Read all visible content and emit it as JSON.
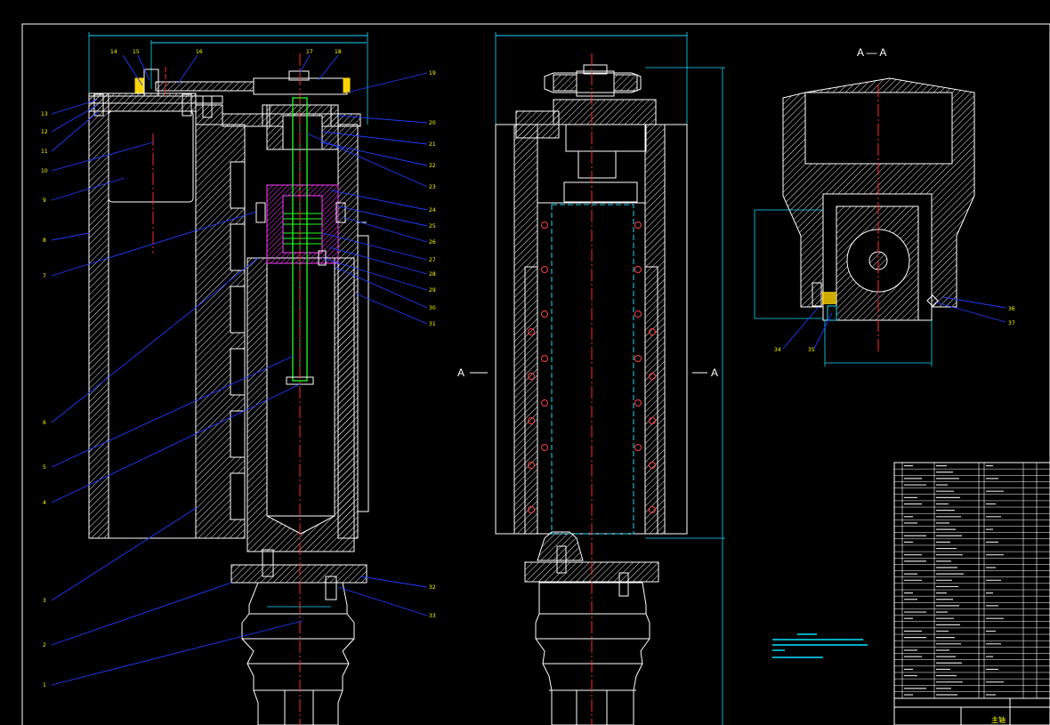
{
  "drawing": {
    "section_label": "A — A",
    "section_marker_left": "A",
    "section_marker_right": "A",
    "main_view_callouts_left": [
      "14",
      "15",
      "16",
      "13",
      "12",
      "11",
      "10",
      "9",
      "8",
      "7",
      "6",
      "5",
      "4",
      "3",
      "2",
      "1"
    ],
    "main_view_callouts_right": [
      "17",
      "18",
      "19",
      "20",
      "21",
      "22",
      "23",
      "24",
      "25",
      "26",
      "27",
      "28",
      "29",
      "30",
      "31",
      "32",
      "33"
    ],
    "section_view_callouts": [
      "34",
      "35",
      "36",
      "37"
    ],
    "dimension_mark": "—",
    "title_block_title": "主轴",
    "colors": {
      "background": "#000000",
      "outline": "#ffffff",
      "leader": "#1e3cff",
      "centerline": "#ff2a2a",
      "spindle": "#22ff22",
      "dimension": "#18d8ff",
      "magenta_part": "#ff40ff",
      "yellow_part": "#ffd400",
      "notes_text": "#00e5ff"
    }
  }
}
